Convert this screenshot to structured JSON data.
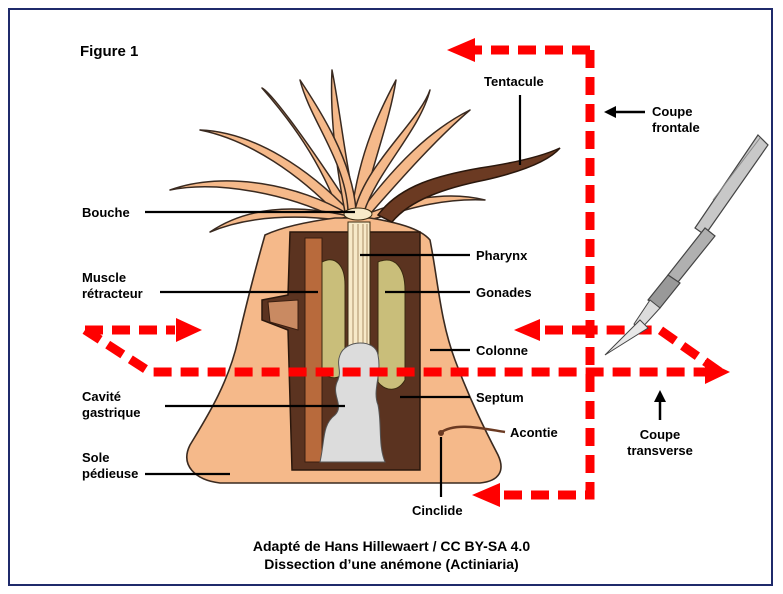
{
  "figure_label": "Figure 1",
  "labels": {
    "tentacule": "Tentacule",
    "bouche": "Bouche",
    "muscle_line1": "Muscle",
    "muscle_line2": "rétracteur",
    "pharynx": "Pharynx",
    "gonades": "Gonades",
    "colonne": "Colonne",
    "cavite_line1": "Cavité",
    "cavite_line2": "gastrique",
    "septum": "Septum",
    "acontie": "Acontie",
    "sole_line1": "Sole",
    "sole_line2": "pédieuse",
    "cinclide": "Cinclide",
    "coupe_frontale_line1": "Coupe",
    "coupe_frontale_line2": "frontale",
    "coupe_transverse_line1": "Coupe",
    "coupe_transverse_line2": "transverse"
  },
  "caption": {
    "line1": "Adapté de Hans Hillewaert / CC BY-SA 4.0",
    "line2": "Dissection d’une anémone (Actiniaria)"
  },
  "colors": {
    "border": "#1f2a6b",
    "body": "#f5b98a",
    "body_outline": "#3a2a20",
    "dark_tissue": "#5b3320",
    "medium_tissue": "#a8623a",
    "gonad": "#c9be7a",
    "cavity": "#d9d9d9",
    "arrow_red": "#ff0000",
    "scalpel_metal": "#b7b7b7"
  }
}
